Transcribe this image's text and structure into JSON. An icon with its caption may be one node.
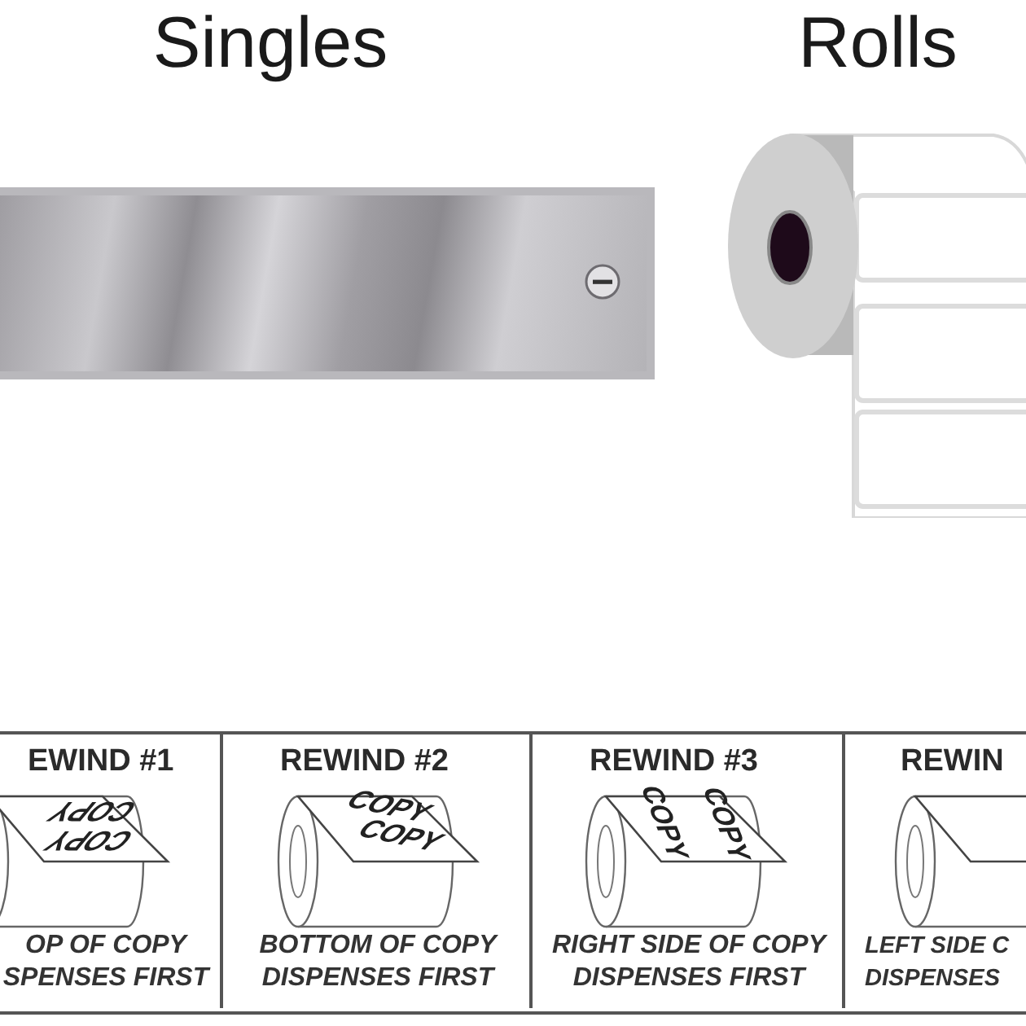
{
  "diagram": {
    "nodes": [
      {
        "text": [
          "EWIND #1",
          "OP OF COPY SPENSES FIRST"
        ]
      },
      {
        "text": [
          "REWIND #2",
          "BOTTOM OF COPY DISPENSES FIRST"
        ]
      },
      {
        "text": [
          "REWIND #3",
          "RIGHT SIDE OF COPY DISPENSES FIRST"
        ]
      },
      {
        "text": [
          "REWIN",
          "LEFT SIDE C DISPENSES"
        ]
      }
    ],
    "labels": [
      "Singles",
      "Rolls",
      "COPY",
      "COPY",
      "COPY",
      "COPY",
      "COPY",
      "COPY"
    ]
  }
}
